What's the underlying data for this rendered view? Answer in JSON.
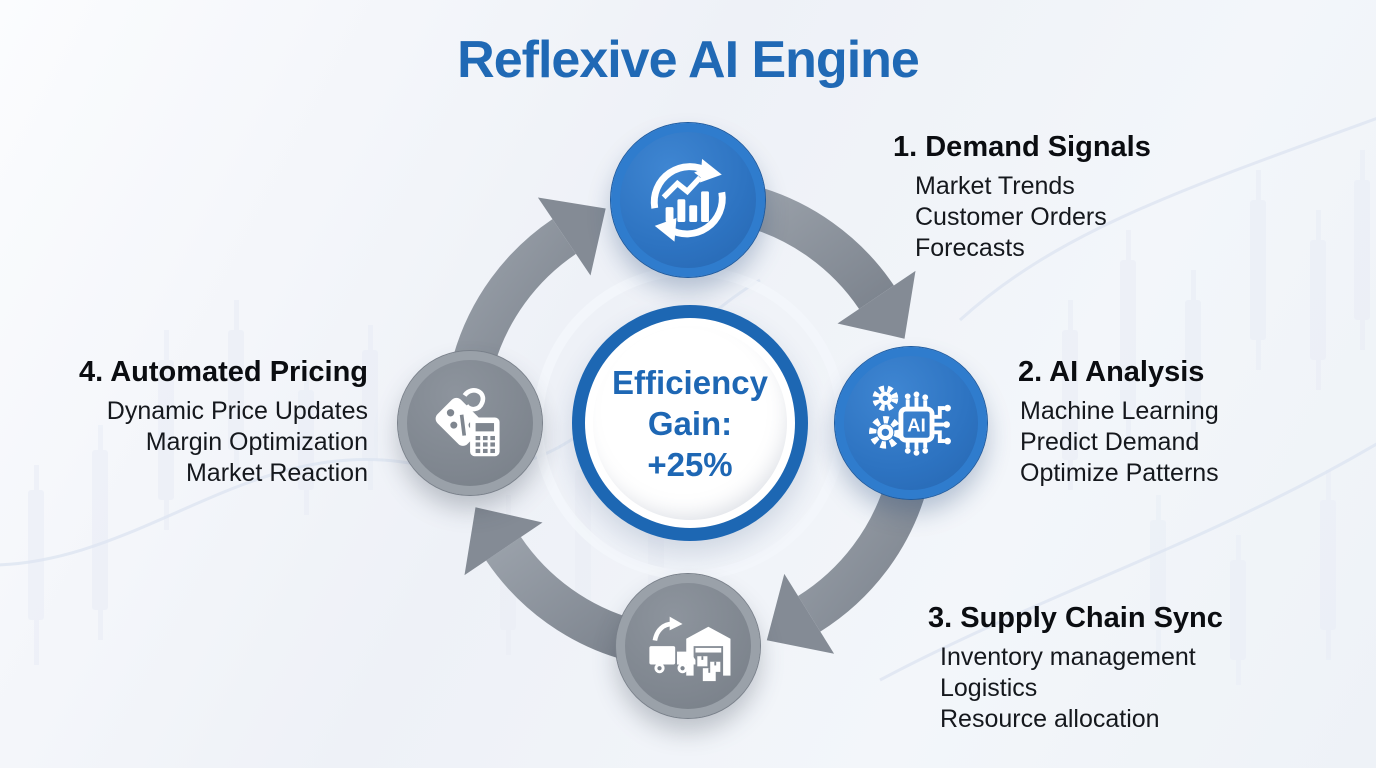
{
  "title": "Reflexive AI Engine",
  "center": {
    "line1": "Efficiency",
    "line2": "Gain:",
    "line3": "+25%"
  },
  "steps": [
    {
      "heading": "1. Demand Signals",
      "items": [
        "Market Trends",
        "Customer Orders",
        "Forecasts"
      ],
      "icon": "demand-chart-refresh-icon",
      "node_color": "blue"
    },
    {
      "heading": "2. AI Analysis",
      "items": [
        "Machine Learning",
        "Predict Demand",
        "Optimize Patterns"
      ],
      "icon": "ai-chip-gears-icon",
      "node_color": "blue"
    },
    {
      "heading": "3. Supply Chain Sync",
      "items": [
        "Inventory management",
        "Logistics",
        "Resource allocation"
      ],
      "icon": "truck-warehouse-boxes-icon",
      "node_color": "gray"
    },
    {
      "heading": "4. Automated Pricing",
      "items": [
        "Dynamic Price Updates",
        "Margin Optimization",
        "Market Reaction"
      ],
      "icon": "price-tag-calculator-icon",
      "node_color": "gray"
    }
  ],
  "cycle": {
    "direction": "clockwise",
    "arrows": [
      "top-to-right",
      "right-to-bottom",
      "bottom-to-left",
      "left-to-top"
    ]
  },
  "background": {
    "pattern": "faint-candlestick-chart-watermark"
  },
  "colors": {
    "accent_blue": "#2069b5",
    "node_blue": "#2d73c1",
    "node_blue_ring": "#2f7ccd",
    "node_gray": "#7f868f",
    "node_gray_ring": "#9aa1a9",
    "arrow_gray": "#8b919b",
    "center_ring_blue": "#1d67b3",
    "text_dark": "#15181d",
    "background_light": "#eef1f7"
  }
}
